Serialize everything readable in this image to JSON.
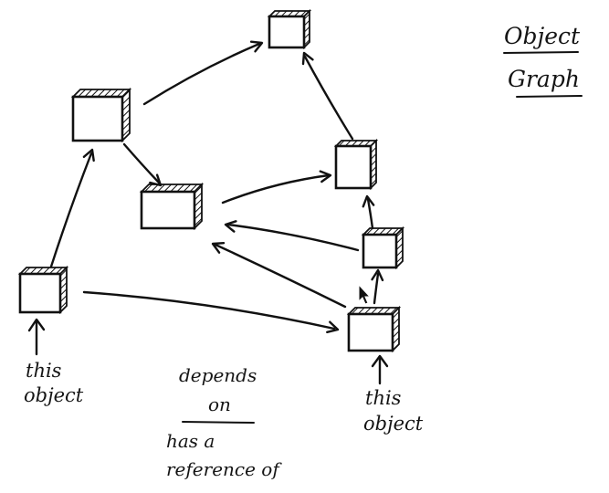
{
  "title": {
    "line1": "Object",
    "line2": "Graph"
  },
  "legend": {
    "line1": "depends",
    "line2": "on",
    "line3": "has a",
    "line4": "reference of"
  },
  "labels": {
    "left": [
      "this",
      "object"
    ],
    "right": [
      "this",
      "object"
    ]
  },
  "colors": {
    "ink": "#111111",
    "background": "#ffffff"
  },
  "cursor": "arrow-cursor"
}
